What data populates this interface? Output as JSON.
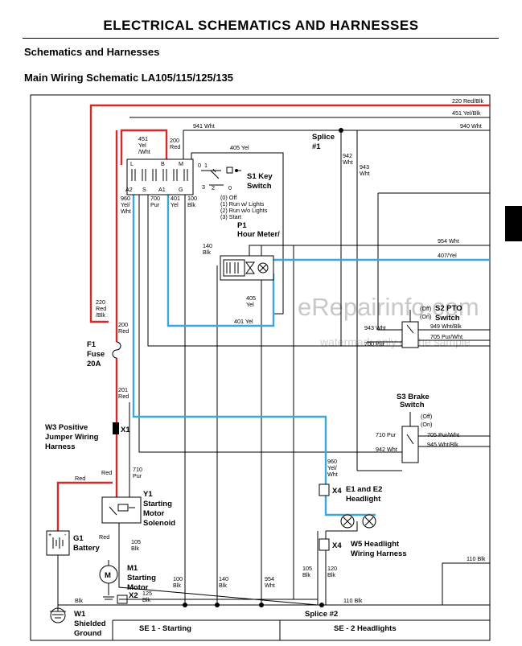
{
  "header": {
    "title": "ELECTRICAL   SCHEMATICS AND HARNESSES",
    "section": "Schematics and Harnesses",
    "subtitle": "Main Wiring Schematic LA105/115/125/135"
  },
  "watermark": {
    "main": "eRepairinfo.com",
    "sub": "watermark only on the sample"
  },
  "wires": {
    "w220": "220 Red/Blk",
    "w451": "451 Yel/Blk",
    "w940": "940 Wht",
    "w941": "941 Wht",
    "w405": "405 Yel",
    "w954": "954 Wht",
    "w407": "407/Yel",
    "w401": "401 Yel",
    "w943": "943 Wht",
    "w700": "700 Pur",
    "w949": "949 Wht/Blk",
    "w705": "705 Pur/Wht",
    "w710": "710 Pur",
    "w705b": "705 Pur/Wht",
    "w942": "942 Wht",
    "w945": "945 Wht/Blk",
    "w110": "110 Blk",
    "w110b": "110 Blk",
    "ls451": [
      "451",
      "Yel",
      "/Wht"
    ],
    "ls200": [
      "200",
      "Red"
    ],
    "ls960": [
      "960",
      "Yel/",
      "Wht"
    ],
    "ls700": [
      "700",
      "Pur"
    ],
    "ls401": [
      "401",
      "Yel"
    ],
    "ls100": [
      "100",
      "Blk"
    ],
    "ls942": [
      "942",
      "Wht"
    ],
    "ls943": [
      "943",
      "Wht"
    ],
    "ls140a": [
      "140",
      "Blk"
    ],
    "ls405": [
      "405",
      "Yel"
    ],
    "ls220": [
      "220",
      "Red",
      "/Blk"
    ],
    "ls200b": [
      "200",
      "Red"
    ],
    "ls201": [
      "201",
      "Red"
    ],
    "ls710": [
      "710",
      "Pur"
    ],
    "ls960b": [
      "960",
      "Yel/",
      "Wht"
    ],
    "ls105a": [
      "105",
      "Blk"
    ],
    "ls100b": [
      "100",
      "Blk"
    ],
    "ls140b": [
      "140",
      "Blk"
    ],
    "ls954": [
      "954",
      "Wht"
    ],
    "ls105b": [
      "105",
      "Blk"
    ],
    "ls120": [
      "120",
      "Blk"
    ],
    "ls125": [
      "125",
      "Blk"
    ],
    "red1": "Red",
    "red2": "Red",
    "red3": "Red",
    "blk1": "Blk"
  },
  "components": {
    "splice1": [
      "Splice",
      "#1"
    ],
    "s1": [
      "S1 Key",
      "Switch"
    ],
    "s1_pos": [
      "(0) Off",
      "(1) Run w/ Lights",
      "(2) Run w/o Lights",
      "(3) Start"
    ],
    "s1_nums": [
      "0",
      "1",
      "3",
      "2"
    ],
    "term_top": [
      "L",
      "B",
      "M"
    ],
    "term_bot": [
      "A2",
      "S",
      "A1",
      "G"
    ],
    "p1": [
      "P1",
      "Hour Meter/"
    ],
    "s2": [
      "S2 PTO",
      "Switch"
    ],
    "s2_pos": [
      "(Off)",
      "(On)"
    ],
    "s3": [
      "S3 Brake",
      "Switch"
    ],
    "s3_pos": [
      "(Off)",
      "(On)"
    ],
    "f1": [
      "F1",
      "Fuse",
      "20A"
    ],
    "w3": [
      "W3 Positive",
      "Jumper Wiring",
      "Harness"
    ],
    "x1": "X1",
    "y1": [
      "Y1",
      "Starting",
      "Motor",
      "Solenoid"
    ],
    "g1": [
      "G1",
      "Battery"
    ],
    "m1": [
      "M1",
      "Starting",
      "Motor"
    ],
    "x2": "X2",
    "w1": [
      "W1",
      "Shielded",
      "Ground"
    ],
    "x4a": "X4",
    "e1e2": [
      "E1 and E2",
      "Headlight"
    ],
    "x4b": "X4",
    "w5": [
      "W5 Headlight",
      "Wiring Harness"
    ],
    "splice2": "Splice #2"
  },
  "footer": {
    "se1": "SE 1 - Starting",
    "se2": "SE - 2 Headlights"
  },
  "colors": {
    "red": "#d42a2a",
    "blue": "#3aa8dc",
    "black": "#000000"
  }
}
